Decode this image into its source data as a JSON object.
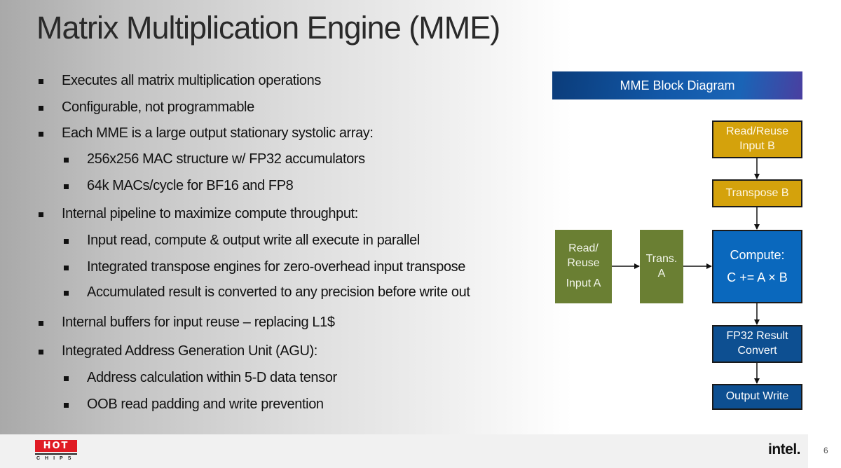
{
  "slide": {
    "title": "Matrix Multiplication Engine (MME)",
    "page_number": "6"
  },
  "bullets": [
    {
      "level": 1,
      "text": "Executes all matrix multiplication operations"
    },
    {
      "level": 1,
      "text": "Configurable, not programmable"
    },
    {
      "level": 1,
      "text": "Each MME is a large output stationary systolic array:"
    },
    {
      "level": 2,
      "text": "256x256 MAC structure w/ FP32 accumulators"
    },
    {
      "level": 2,
      "text": "64k MACs/cycle for BF16 and FP8"
    },
    {
      "level": 1,
      "text": "Internal pipeline to maximize compute throughput:"
    },
    {
      "level": 2,
      "text": "Input read, compute & output write all execute in parallel"
    },
    {
      "level": 2,
      "text": "Integrated transpose engines for zero-overhead input transpose"
    },
    {
      "level": 2,
      "text": "Accumulated result is converted to any precision before write out"
    },
    {
      "level": 1,
      "text": "Internal buffers for input reuse – replacing L1$"
    },
    {
      "level": 1,
      "text": "Integrated Address Generation Unit (AGU):"
    },
    {
      "level": 2,
      "text": "Address calculation within 5-D data tensor"
    },
    {
      "level": 2,
      "text": "OOB read padding and write prevention"
    }
  ],
  "diagram": {
    "header": "MME Block Diagram",
    "blocks": {
      "read_reuse_b": {
        "lines": [
          "Read/Reuse",
          "Input B"
        ]
      },
      "transpose_b": {
        "lines": [
          "Transpose B"
        ]
      },
      "read_reuse_a": {
        "lines": [
          "Read/",
          "Reuse",
          "Input A"
        ]
      },
      "trans_a": {
        "lines": [
          "Trans.",
          "A"
        ]
      },
      "compute": {
        "lines": [
          "Compute:",
          "C += A × B"
        ]
      },
      "fp32_convert": {
        "lines": [
          "FP32 Result",
          "Convert"
        ]
      },
      "output_write": {
        "lines": [
          "Output Write"
        ]
      }
    },
    "colors": {
      "input_b_path": "#d4a20c",
      "input_a_path": "#6a7f33",
      "compute": "#0a68bd",
      "output_path": "#0d4f91"
    }
  },
  "footer": {
    "conference_logo": {
      "top": "HOT",
      "bottom": "CHIPS"
    },
    "company_logo": "intel."
  }
}
